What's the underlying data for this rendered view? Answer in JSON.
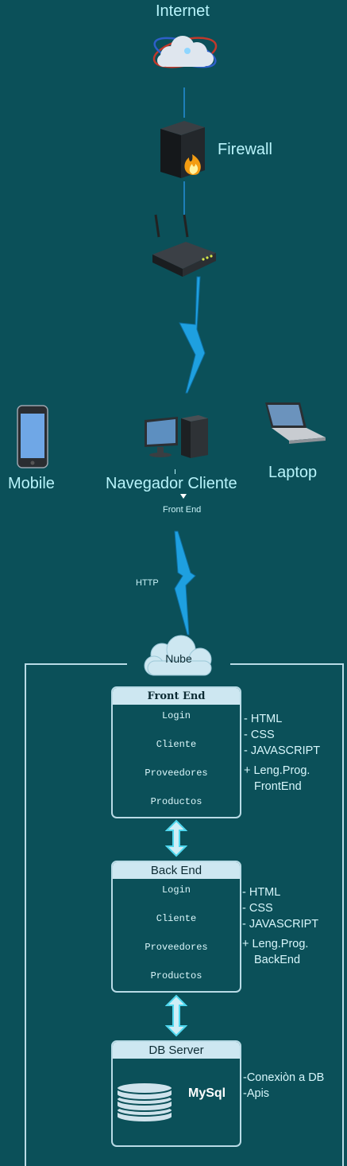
{
  "internet": {
    "label": "Internet"
  },
  "firewall": {
    "label": "Firewall"
  },
  "clients": {
    "mobile": "Mobile",
    "browser": "Navegador Cliente",
    "laptop": "Laptop",
    "front_end_tag": "Front End"
  },
  "link": {
    "http_label": "HTTP"
  },
  "cloud": {
    "label": "Nube"
  },
  "frontend_panel": {
    "title": "Front End",
    "items": [
      "Login",
      "Cliente",
      "Proveedores",
      "Productos"
    ],
    "notes": [
      "- HTML",
      "- CSS",
      "- JAVASCRIPT",
      "+ Leng.Prog.",
      "FrontEnd"
    ]
  },
  "backend_panel": {
    "title": "Back End",
    "items": [
      "Login",
      "Cliente",
      "Proveedores",
      "Productos"
    ],
    "notes": [
      "- HTML",
      "- CSS",
      "- JAVASCRIPT",
      "+ Leng.Prog.",
      "BackEnd"
    ]
  },
  "db_panel": {
    "title": "DB Server",
    "engine": "MySql",
    "notes": [
      "-Conexiòn a DB",
      "-Apis"
    ]
  },
  "colors": {
    "background": "#0b5059",
    "text": "#b8f4fb",
    "lightning": "#1ea0e0",
    "panel_head": "#cde7f1",
    "arrow": "#4fd7ee"
  }
}
